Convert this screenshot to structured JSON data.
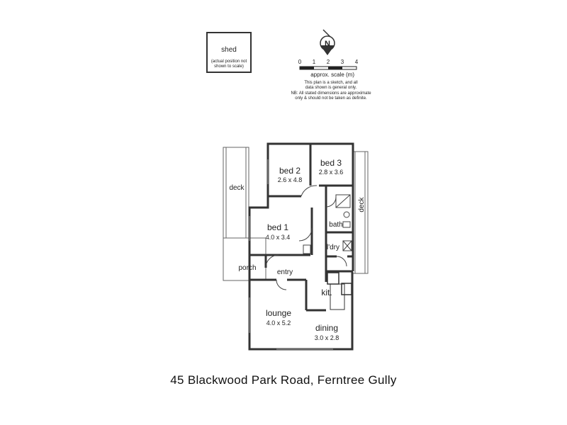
{
  "shed": {
    "title": "shed",
    "note_line1": "(actual position not",
    "note_line2": "shown to scale)"
  },
  "north": {
    "letter": "N"
  },
  "scale": {
    "ticks": [
      "0",
      "1",
      "2",
      "3",
      "4"
    ],
    "caption": "approx. scale (m)"
  },
  "disclaimer": {
    "line1": "This plan is a sketch, and all",
    "line2": "data shown is general only.",
    "line3": "NB: All stated dimensions are approximate",
    "line4": "only & should not be taken as definite."
  },
  "rooms": {
    "bed2": {
      "name": "bed 2",
      "dims": "2.6 x 4.8"
    },
    "bed3": {
      "name": "bed 3",
      "dims": "2.8 x 3.6"
    },
    "bed1": {
      "name": "bed 1",
      "dims": "4.0 x 3.4"
    },
    "lounge": {
      "name": "lounge",
      "dims": "4.0 x 5.2"
    },
    "dining": {
      "name": "dining",
      "dims": "3.0 x 2.8"
    },
    "kitchen": {
      "name": "kit."
    },
    "bath": {
      "name": "bath"
    },
    "laundry": {
      "name": "l'dry"
    },
    "entry": {
      "name": "entry"
    },
    "porch": {
      "name": "porch"
    },
    "deck_left": {
      "name": "deck"
    },
    "deck_right": {
      "name": "deck"
    }
  },
  "address": "45 Blackwood Park Road, Ferntree Gully"
}
